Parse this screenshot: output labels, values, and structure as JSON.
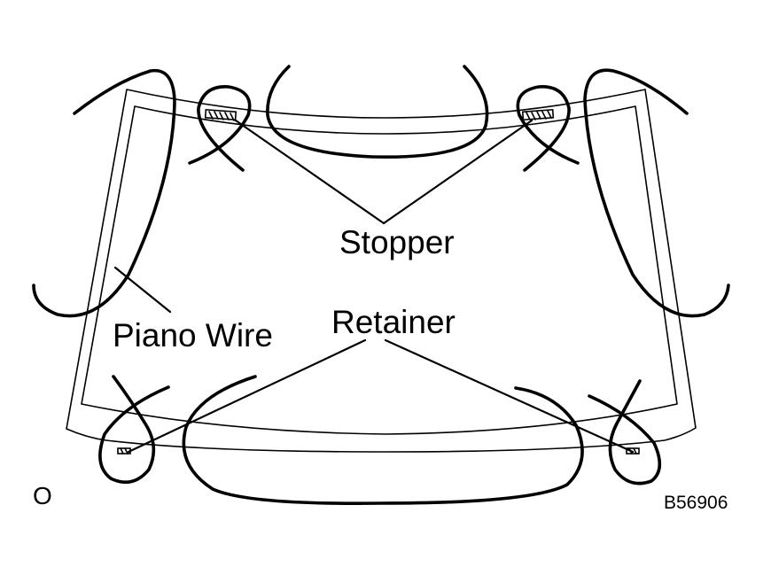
{
  "labels": {
    "stopper": "Stopper",
    "piano_wire": "Piano Wire",
    "retainer": "Retainer",
    "corner_mark": "O",
    "figure_code": "B56906"
  }
}
